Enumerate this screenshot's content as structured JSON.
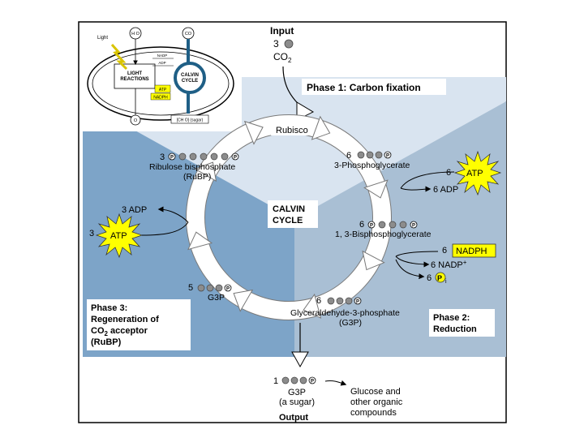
{
  "input": {
    "label": "Input",
    "co2_count": "3",
    "co2": "CO",
    "co2_sub": "2"
  },
  "output": {
    "label": "Output",
    "g3p_count": "1",
    "g3p": "G3P",
    "g3p_note": "(a sugar)",
    "products": [
      "Glucose and",
      "other organic",
      "compounds"
    ]
  },
  "cycle_label": [
    "CALVIN",
    "CYCLE"
  ],
  "rubisco": "Rubisco",
  "phase1": {
    "title": "Phase 1: Carbon fixation"
  },
  "phase2": {
    "title_line1": "Phase 2:",
    "title_line2": "Reduction"
  },
  "phase3": {
    "title_lines": [
      "Phase 3:",
      "Regeneration of",
      "CO",
      "acceptor",
      "(RuBP)"
    ],
    "co2_sub": "2"
  },
  "phosphate_symbol": "P",
  "molecules": {
    "rubp": {
      "count": "3",
      "name_line1": "Ribulose bisphosphate",
      "name_line2": "(RuBP)"
    },
    "pga": {
      "count": "6",
      "name": "3-Phosphoglycerate"
    },
    "bpg": {
      "count": "6",
      "name": "1, 3-Bisphosphoglycerate"
    },
    "g3p_cycle": {
      "count": "6",
      "name_line1": "Glyceraldehyde-3-phosphate",
      "name_line2": "(G3P)"
    },
    "g3p_return": {
      "count": "5",
      "name": "G3P"
    }
  },
  "energy": {
    "atp_in_reduction": {
      "count": "6",
      "label": "ATP"
    },
    "adp_out_reduction": "6 ADP",
    "nadph_in": {
      "count": "6",
      "label": "NADPH"
    },
    "nadp_out": "6 NADP",
    "nadp_sup": "+",
    "pi_out": {
      "count": "6",
      "label": "P",
      "sub": "i"
    },
    "atp_in_regen": {
      "count": "3",
      "label": "ATP"
    },
    "adp_out_regen": "3 ADP"
  },
  "inset": {
    "h2o": "H O",
    "co2": "CO",
    "light": "Light",
    "nadp": "NADP",
    "adp": "ADP",
    "light_reactions": [
      "LIGHT",
      "REACTIONS"
    ],
    "calvin": [
      "CALVIN",
      "CYCLE"
    ],
    "atp": "ATP",
    "nadph": "NADPH",
    "o2": "O",
    "sugar": "[CH O] (sugar)"
  },
  "colors": {
    "phase1_bg": "#d9e4f0",
    "phase2_bg": "#a9bfd4",
    "phase3_bg": "#7da4c8",
    "atp_burst": "#ffff00",
    "nadph_box": "#ffff00",
    "cycle_arrow": "#ffffff",
    "molecule": "#8c8c8c"
  },
  "icons": [
    "light-bolt-icon",
    "atp-burst-icon",
    "cycle-arrow-icon",
    "carbon-atom-icon",
    "phosphate-icon"
  ]
}
